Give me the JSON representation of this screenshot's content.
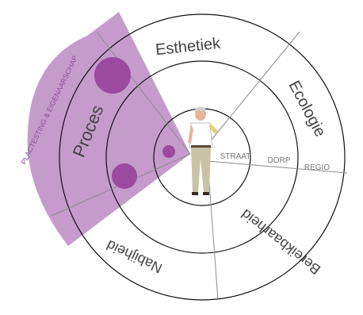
{
  "colors": {
    "sector_fill": "#c59bcc",
    "dot_fill": "#9b4a9f",
    "ring_stroke": "#111111",
    "spoke_stroke": "#8a8a8a",
    "category_text": "#444444",
    "sector_label_text": "#8c4b96",
    "scale_text": "#777777",
    "figure_shirt": "#ffffff",
    "figure_trousers": "#c9c3a6"
  },
  "categories": {
    "esthetiek": "Esthetiek",
    "ecologie": "Ecologie",
    "bereikbaarheid": "Bereikbaarheid",
    "nabijheid": "Nabijheid",
    "proces": "Proces"
  },
  "sector_label": "PLACTESTING & EIGENAARSCHAP",
  "scale_labels": {
    "straat": "STRAAT",
    "dorp": "DORP",
    "regio": "REGIO"
  },
  "center_figure": "person-photo"
}
